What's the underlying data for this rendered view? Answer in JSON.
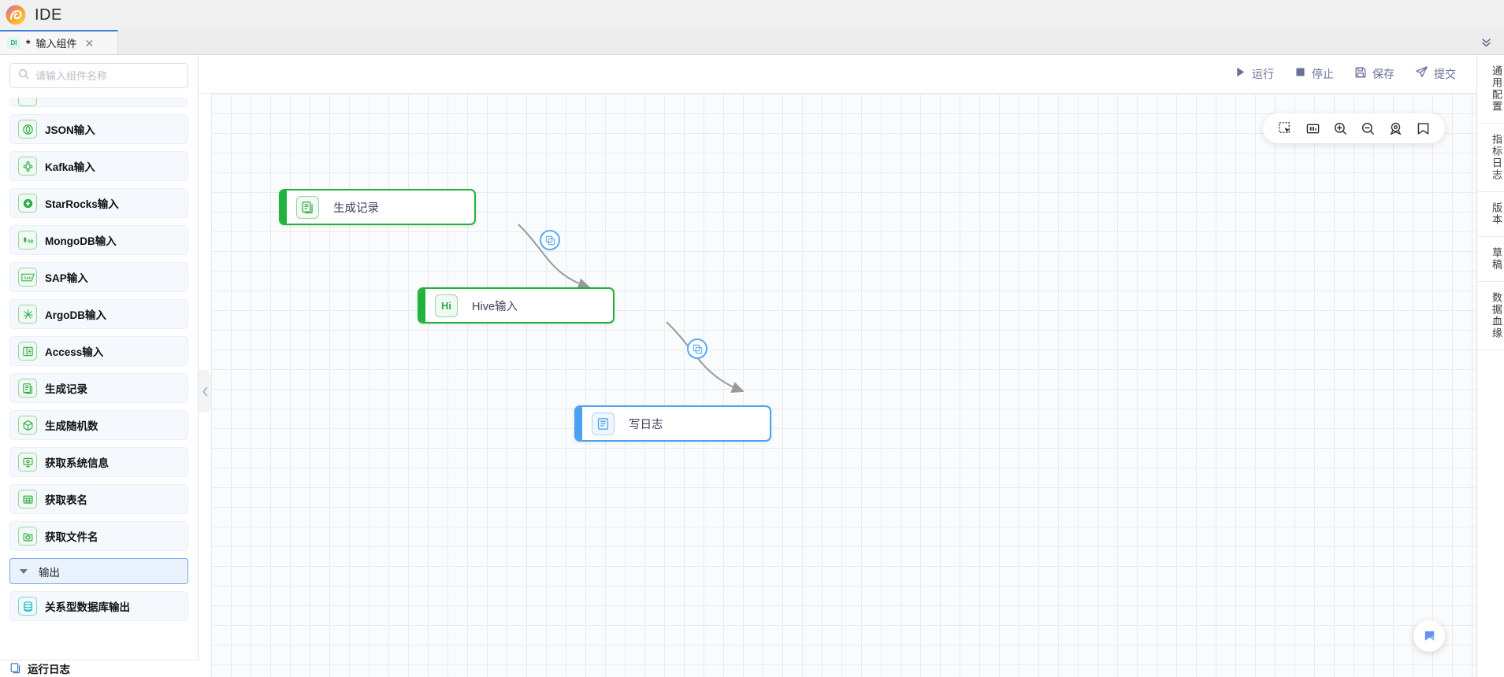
{
  "titlebar": {
    "logo_icon": "spiral-logo",
    "title": "IDE"
  },
  "tabbar": {
    "tabs": [
      {
        "badge": "DI",
        "dirty": "*",
        "label": "输入组件",
        "close_icon": "close-icon"
      }
    ],
    "overflow_icon": "chevron-double-down-icon"
  },
  "search": {
    "icon": "search-icon",
    "value": "",
    "placeholder": "请输入组件名称"
  },
  "sidebar": {
    "collapse_icon": "chevron-left-icon",
    "items": [
      {
        "label": "",
        "icon": "partial-item-icon",
        "partial": true
      },
      {
        "label": "JSON输入",
        "icon": "json-icon"
      },
      {
        "label": "Kafka输入",
        "icon": "kafka-icon"
      },
      {
        "label": "StarRocks输入",
        "icon": "starrocks-icon"
      },
      {
        "label": "MongoDB输入",
        "icon": "mongodb-icon"
      },
      {
        "label": "SAP输入",
        "icon": "sap-icon"
      },
      {
        "label": "ArgoDB输入",
        "icon": "argodb-icon"
      },
      {
        "label": "Access输入",
        "icon": "access-icon"
      },
      {
        "label": "生成记录",
        "icon": "generate-record-icon"
      },
      {
        "label": "生成随机数",
        "icon": "random-number-icon"
      },
      {
        "label": "获取系统信息",
        "icon": "system-info-icon"
      },
      {
        "label": "获取表名",
        "icon": "table-name-icon"
      },
      {
        "label": "获取文件名",
        "icon": "file-name-icon"
      }
    ],
    "group": {
      "label": "输出",
      "caret_icon": "caret-down-icon"
    },
    "output_items": [
      {
        "label": "关系型数据库输出",
        "icon": "database-icon"
      }
    ],
    "bottom_item": {
      "label": "运行日志",
      "icon": "run-log-icon"
    }
  },
  "actionbar": {
    "actions": [
      {
        "label": "运行",
        "icon": "play-icon"
      },
      {
        "label": "停止",
        "icon": "stop-icon"
      },
      {
        "label": "保存",
        "icon": "save-icon"
      },
      {
        "label": "提交",
        "icon": "submit-icon"
      }
    ]
  },
  "canvas": {
    "toolbar": [
      {
        "icon": "marquee-select-icon"
      },
      {
        "icon": "fit-view-icon"
      },
      {
        "icon": "zoom-in-icon"
      },
      {
        "icon": "zoom-out-icon"
      },
      {
        "icon": "locate-icon"
      },
      {
        "icon": "bookmark-icon"
      }
    ],
    "nodes": [
      {
        "label": "生成记录",
        "icon": "generate-record-icon",
        "color": "#21b23d",
        "style": "green"
      },
      {
        "label": "Hive输入",
        "icon": "hive-icon",
        "icon_text": "Hi",
        "color": "#21b23d",
        "style": "green"
      },
      {
        "label": "写日志",
        "icon": "write-log-icon",
        "color": "#48a1f5",
        "style": "blue"
      }
    ],
    "edge_badges": [
      {
        "icon": "copy-layers-icon"
      },
      {
        "icon": "copy-layers-icon"
      }
    ],
    "fab": {
      "icon": "bookmark-flag-icon"
    }
  },
  "rightrail": {
    "tabs": [
      {
        "label": "通用配置"
      },
      {
        "label": "指标日志"
      },
      {
        "label": "版本"
      },
      {
        "label": "草稿"
      },
      {
        "label": "数据血缘"
      }
    ]
  },
  "colors": {
    "accent_blue": "#3b7ddd",
    "node_green": "#21b23d",
    "node_blue": "#48a1f5",
    "icon_green": "#2faa48",
    "toolbar_text": "#6a6f96",
    "edge_stroke": "#9a9a9a"
  }
}
